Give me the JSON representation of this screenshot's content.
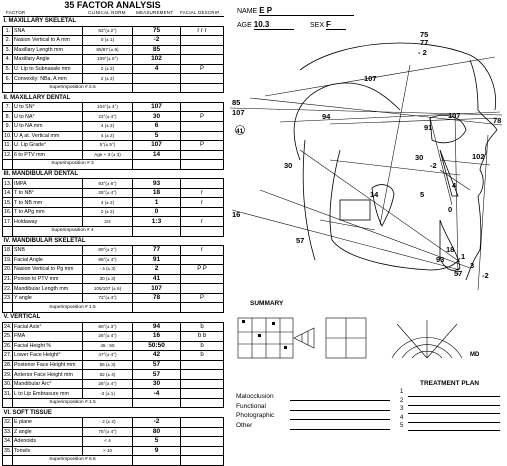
{
  "form": {
    "title": "35 FACTOR ANALYSIS",
    "col_factor": "FACTOR",
    "col_norm": "CLINICAL NORM",
    "col_meas": "MEASUREMENT",
    "col_desc": "FACIAL DESCRIP.",
    "rows": [
      {
        "type": "sec",
        "label": "I.  MAXILLARY SKELETAL"
      },
      {
        "type": "f",
        "n": "1.",
        "label": "SNA",
        "norm": "82°(± 2°)",
        "val": "75",
        "desc": "r r r"
      },
      {
        "type": "f",
        "n": "2.",
        "label": "Nasion Vertical to A mm",
        "norm": "0 (± 1)",
        "val": "-2",
        "desc": ""
      },
      {
        "type": "f",
        "n": "3.",
        "label": "Maxillary Length mm",
        "norm": "85/87 (± 6)",
        "val": "85",
        "desc": ""
      },
      {
        "type": "f",
        "n": "4.",
        "label": "Maxillary Angle",
        "norm": "109°(± 6°)",
        "val": "102",
        "desc": ""
      },
      {
        "type": "f",
        "n": "5.",
        "label": "U. Lip to Subnasale mm",
        "norm": "2 (± 2)",
        "val": "4",
        "desc": "P"
      },
      {
        "type": "f",
        "n": "6.",
        "label": "Convexity: NBa, A mm",
        "norm": "2 (± 2)",
        "val": "",
        "desc": ""
      },
      {
        "type": "sup",
        "label": "Superimposition # 2.5"
      },
      {
        "type": "sec",
        "label": "II.  MAXILLARY DENTAL"
      },
      {
        "type": "f",
        "n": "7.",
        "label": "U to SN°",
        "norm": "104°(± 4°)",
        "val": "107",
        "desc": ""
      },
      {
        "type": "f",
        "n": "8.",
        "label": "U to NA°",
        "norm": "22°(± 4°)",
        "val": "30",
        "desc": "P"
      },
      {
        "type": "f",
        "n": "9.",
        "label": "U to NA mm",
        "norm": "4 (± 2)",
        "val": "6",
        "desc": ""
      },
      {
        "type": "f",
        "n": "10.",
        "label": "U Ą at. Vertical mm",
        "norm": "4 (± 2)",
        "val": "5",
        "desc": ""
      },
      {
        "type": "f",
        "n": "11.",
        "label": "U. Lip Grade°",
        "norm": "5°(± 5°)",
        "val": "107",
        "desc": "P"
      },
      {
        "type": "f",
        "n": "12.",
        "label": "6 to PTV mm",
        "norm": "Age + 3 (± 3)",
        "val": "14",
        "desc": ""
      },
      {
        "type": "sup",
        "label": "Superimposition # 3"
      },
      {
        "type": "sec",
        "label": "III.  MANDIBULAR DENTAL"
      },
      {
        "type": "f",
        "n": "13.",
        "label": "IMPA",
        "norm": "93°(± 6°)",
        "val": "93",
        "desc": ""
      },
      {
        "type": "f",
        "n": "14.",
        "label": "T to NB°",
        "norm": "25°(± 4°)",
        "val": "18",
        "desc": "r"
      },
      {
        "type": "f",
        "n": "15.",
        "label": "T to NB mm",
        "norm": "4 (± 2)",
        "val": "1",
        "desc": "r"
      },
      {
        "type": "f",
        "n": "16.",
        "label": "T to APg mm",
        "norm": "2 (± 2)",
        "val": "0",
        "desc": ""
      },
      {
        "type": "f",
        "n": "17.",
        "label": "Holdaway",
        "norm": "2/4",
        "val": "1:3",
        "desc": "r"
      },
      {
        "type": "sup",
        "label": "Superimposition # 4"
      },
      {
        "type": "sec",
        "label": "IV.  MANDIBULAR SKELETAL"
      },
      {
        "type": "f",
        "n": "18.",
        "label": "SNB",
        "norm": "80°(± 2°)",
        "val": "77",
        "desc": "r"
      },
      {
        "type": "f",
        "n": "19.",
        "label": "Facial Angle",
        "norm": "88°(± 4°)",
        "val": "91",
        "desc": ""
      },
      {
        "type": "f",
        "n": "20.",
        "label": "Nasion Vertical to Pg mm",
        "norm": "- 4 (± 3)",
        "val": "2",
        "desc": "P P"
      },
      {
        "type": "f",
        "n": "21.",
        "label": "Ponion to PTV mm",
        "norm": "30 (± 3)",
        "val": "41",
        "desc": ""
      },
      {
        "type": "f",
        "n": "22.",
        "label": "Mandibular Length mm",
        "norm": "105/107 (± 6)",
        "val": "107",
        "desc": ""
      },
      {
        "type": "f",
        "n": "23.",
        "label": "Y angle",
        "norm": "72°(± 4°)",
        "val": "78",
        "desc": "P"
      },
      {
        "type": "sup",
        "label": "Superimposition # 1.5"
      },
      {
        "type": "sec",
        "label": "V.  VERTICAL"
      },
      {
        "type": "f",
        "n": "24.",
        "label": "Facial Axis°",
        "norm": "90°(± 3°)",
        "val": "94",
        "desc": "b"
      },
      {
        "type": "f",
        "n": "25.",
        "label": "FMA",
        "norm": "26°(± 4°)",
        "val": "16",
        "desc": "b b"
      },
      {
        "type": "f",
        "n": "26.",
        "label": "Facial Height %",
        "norm": "45 : 55",
        "val": "50:50",
        "desc": "b"
      },
      {
        "type": "f",
        "n": "27.",
        "label": "Lower Face Height°",
        "norm": "47°(± 4°)",
        "val": "42",
        "desc": "b"
      },
      {
        "type": "f",
        "n": "28.",
        "label": "Posterior Face Height mm",
        "norm": "55 (± 3)",
        "val": "57",
        "desc": ""
      },
      {
        "type": "f",
        "n": "29.",
        "label": "Anterior Face Height mm",
        "norm": "62 (± 4)",
        "val": "57",
        "desc": ""
      },
      {
        "type": "f",
        "n": "30.",
        "label": "Mandibular Arc°",
        "norm": "26°(± 4°)",
        "val": "30",
        "desc": ""
      },
      {
        "type": "f",
        "n": "31.",
        "label": "L to Lip Embrasure mm",
        "norm": "-3 (± 1)",
        "val": "-4",
        "desc": ""
      },
      {
        "type": "sup",
        "label": "Superimposition # 1.5"
      },
      {
        "type": "sec",
        "label": "VI.  SOFT TISSUE"
      },
      {
        "type": "f",
        "n": "32.",
        "label": "E plane",
        "norm": "- 2 (± 2)",
        "val": "-2",
        "desc": ""
      },
      {
        "type": "f",
        "n": "33.",
        "label": "Z angle",
        "norm": "75°(± 4°)",
        "val": "80",
        "desc": ""
      },
      {
        "type": "f",
        "n": "34.",
        "label": "Adenoids",
        "norm": "< 4",
        "val": "5",
        "desc": ""
      },
      {
        "type": "f",
        "n": "35.",
        "label": "Tonsils",
        "norm": "> 10",
        "val": "9",
        "desc": ""
      },
      {
        "type": "sup",
        "label": "Superimposition # 5.6"
      }
    ]
  },
  "patient": {
    "name_label": "NAME",
    "name_value": "E P",
    "age_label": "AGE",
    "age_value": "10.3",
    "sex_label": "SEX",
    "sex_value": "F"
  },
  "tracing_labels": {
    "t75": "75",
    "t77": "77",
    "tm2a": "- 2",
    "t85": "85",
    "t107a": "107",
    "t107b": "107",
    "t94": "94",
    "t91": "91",
    "t107c": "107",
    "t78": "78",
    "t41": "41",
    "t30a": "30",
    "t30b": "30",
    "tm2b": "-2",
    "t102": "102",
    "t4": "4",
    "t5": "5",
    "t0": "0",
    "t14": "14",
    "t16": "16",
    "t57a": "57",
    "t93": "93",
    "t18": "18",
    "t1": "1",
    "t3": "3",
    "t57b": "57",
    "tm2c": "-2"
  },
  "summary": {
    "title": "SUMMARY",
    "md": "MD"
  },
  "treatment_plan": {
    "title": "TREATMENT PLAN",
    "items": [
      "1",
      "2",
      "3",
      "4",
      "5"
    ]
  },
  "bottom_labels": [
    "Malocclusion",
    "Functional",
    "Photographic",
    "Other"
  ]
}
